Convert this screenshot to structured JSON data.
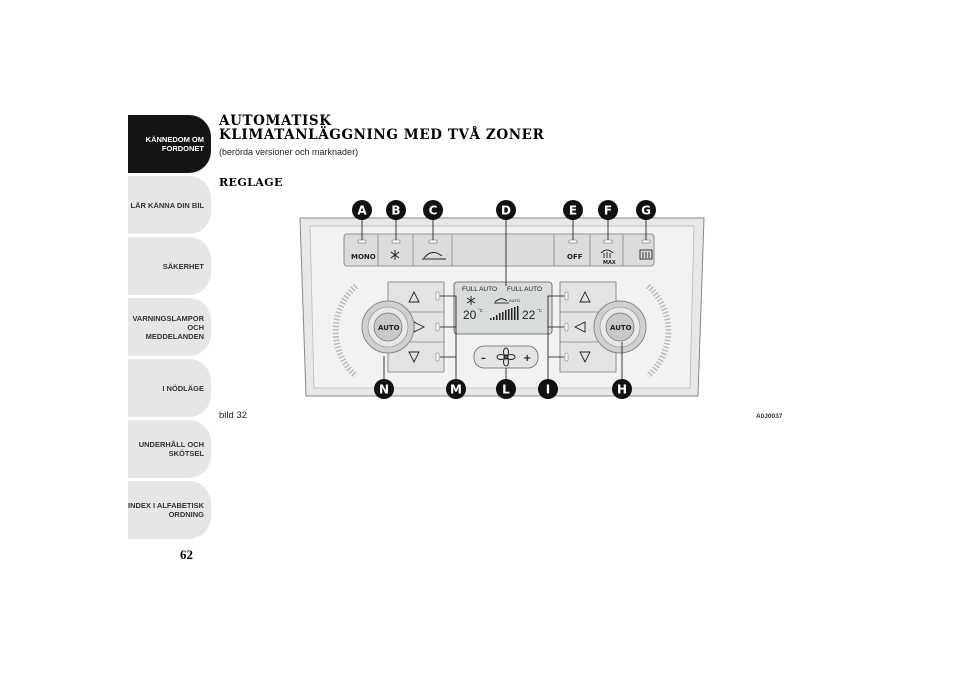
{
  "sidebar": {
    "tabs": [
      {
        "label": "KÄNNEDOM OM\nFORDONET",
        "active": true
      },
      {
        "label": "LÄR KÄNNA DIN BIL",
        "active": false
      },
      {
        "label": "SÄKERHET",
        "active": false
      },
      {
        "label": "VARNINGSLAMPOR\nOCH MEDDELANDEN",
        "active": false
      },
      {
        "label": "I NÖDLÄGE",
        "active": false
      },
      {
        "label": "UNDERHÅLL OCH\nSKÖTSEL",
        "active": false
      },
      {
        "label": "INDEX I ALFABETISK\nORDNING",
        "active": false
      }
    ],
    "page_number": "62"
  },
  "heading": {
    "line1": "AUTOMATISK",
    "line2": "KLIMATANLÄGGNING MED TVÅ ZONER",
    "subtitle": "(berörda versioner och marknader)"
  },
  "section_title": "REGLAGE",
  "figure": {
    "callouts": [
      "A",
      "B",
      "C",
      "D",
      "E",
      "F",
      "G",
      "N",
      "M",
      "L",
      "I",
      "H"
    ],
    "buttons": {
      "mono": "MONO",
      "off": "OFF",
      "max": "MAX",
      "auto_left": "AUTO",
      "auto_right": "AUTO"
    },
    "display": {
      "full_auto_left": "FULL AUTO",
      "full_auto_right": "FULL AUTO",
      "auto": "AUTO",
      "temp_left": "20",
      "temp_right": "22",
      "unit": "°C"
    },
    "fan": {
      "minus": "–",
      "plus": "+"
    },
    "caption": "bild 32",
    "code": "A0J0037"
  }
}
